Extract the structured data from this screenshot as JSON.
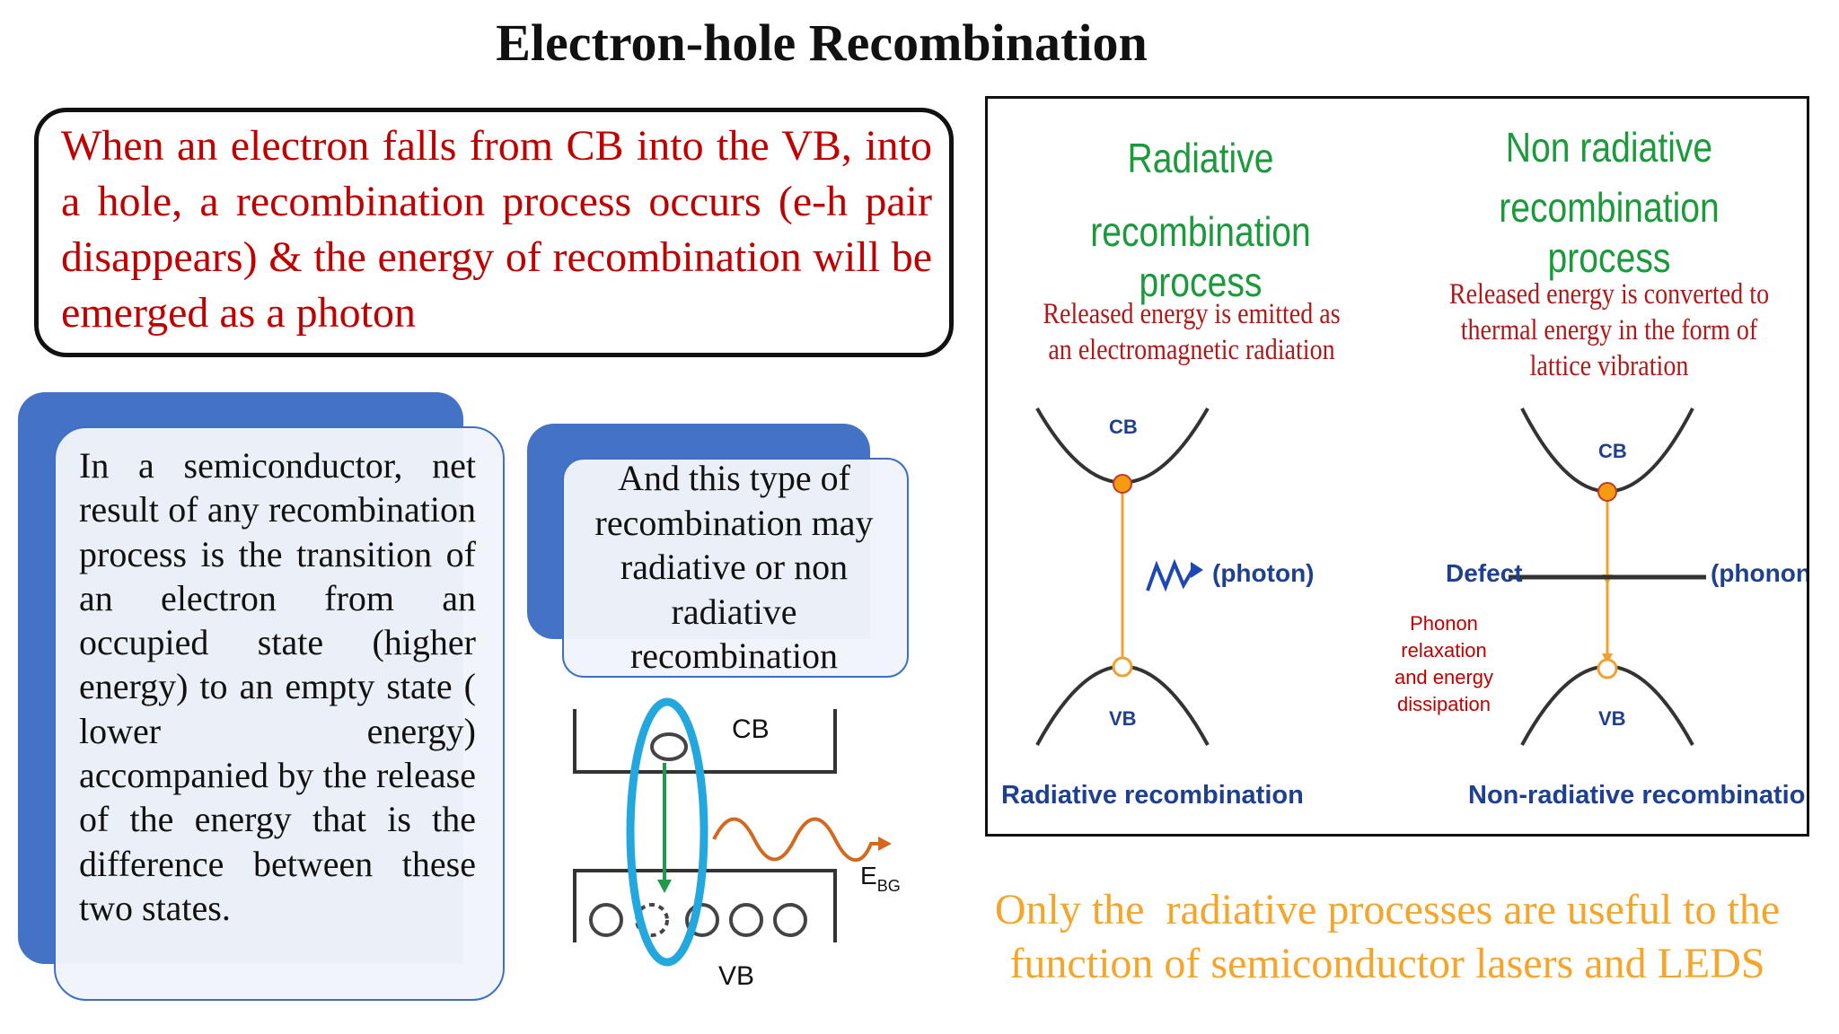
{
  "title": "Electron-hole Recombination",
  "intro": "When an electron falls from CB into the VB, into a hole, a recombination process occurs (e-h pair disappears) & the energy of recombination will be emerged as a photon",
  "card1": "In a semiconductor, net result of any recombination process is the transition of an electron from an occupied state (higher energy) to an empty state ( lower energy) accompanied by the release of the energy that is the difference between these two states.",
  "card2": "And this type of recombination may radiative or non radiative recombination",
  "band_diagram": {
    "cb_label": "CB",
    "vb_label": "VB",
    "energy_label": "E",
    "energy_subscript": "BG"
  },
  "radiative": {
    "heading_line1": "Radiative",
    "heading_line2": "recombination process",
    "desc_line1": "Released energy is emitted as",
    "desc_line2": "an electromagnetic radiation",
    "cb_label": "CB",
    "vb_label": "VB",
    "photon_label": "(photon)",
    "caption": "Radiative recombination"
  },
  "nonradiative": {
    "heading_line1": "Non radiative",
    "heading_line2": "recombination process",
    "desc_line1": "Released energy is converted to",
    "desc_line2": "thermal energy in the form of",
    "desc_line3": "lattice vibration",
    "cb_label": "CB",
    "vb_label": "VB",
    "defect_label": "Defect",
    "phonon_label": "(phonon)",
    "relax_line1": "Phonon",
    "relax_line2": "relaxation",
    "relax_line3": "and energy",
    "relax_line4": "dissipation",
    "caption": "Non-radiative recombination"
  },
  "footer_line1": "Only the  radiative processes are useful to the",
  "footer_line2": "function of semiconductor lasers and LEDS",
  "colors": {
    "red_text": "#c00000",
    "green_heading": "#1b9a3c",
    "card_blue": "#4472c4",
    "footer_orange": "#f4a52a",
    "ellipse_cyan": "#22a8df",
    "arrow_green": "#1f9a4a",
    "wave_orange": "#d2691e",
    "caption_blue": "#1f3f8f"
  }
}
